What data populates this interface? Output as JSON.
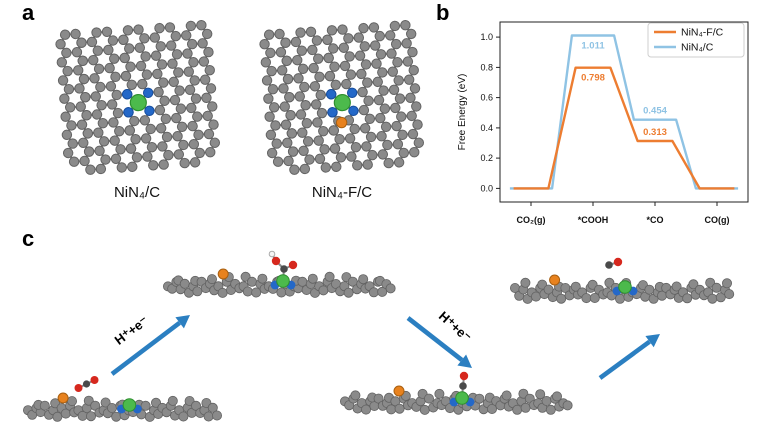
{
  "labels": {
    "a": "a",
    "b": "b",
    "c": "c"
  },
  "panel_a": {
    "left_caption": "NiN₄/C",
    "right_caption": "NiN₄-F/C"
  },
  "chart_data": {
    "type": "line",
    "title": "",
    "ylabel": "Free Energy (eV)",
    "categories": [
      "CO₂(g)",
      "*COOH",
      "*CO",
      "CO(g)"
    ],
    "series": [
      {
        "name": "NiN₄-F/C",
        "color": "#ED7D31",
        "values": [
          0.0,
          0.798,
          0.313,
          0.0
        ],
        "value_labels": [
          "",
          "0.798",
          "0.313",
          ""
        ],
        "plateau_frac": 0.56
      },
      {
        "name": "NiN₄/C",
        "color": "#8FC3E4",
        "values": [
          0.0,
          1.011,
          0.454,
          0.0
        ],
        "value_labels": [
          "",
          "1.011",
          "0.454",
          ""
        ],
        "plateau_frac": 0.68
      }
    ],
    "ylim": [
      -0.09,
      1.1
    ],
    "yticks": [
      0.0,
      0.2,
      0.4,
      0.6,
      0.8,
      1.0
    ],
    "legend_position": "top-right",
    "grid": false
  },
  "panel_c": {
    "arrow1_label": "H⁺+e⁻",
    "arrow2_label": "H⁺+e⁻"
  },
  "colors": {
    "carbon": "#8a8a8a",
    "nitrogen": "#2468c8",
    "nickel": "#4cba4c",
    "fluorine": "#e8821e",
    "oxygen": "#d6281e",
    "hydrogen": "#f5f5f5",
    "adsorbate_carbon": "#4a4a4a",
    "arrow": "#2b7fc1",
    "bond": "#7b7b7b"
  }
}
